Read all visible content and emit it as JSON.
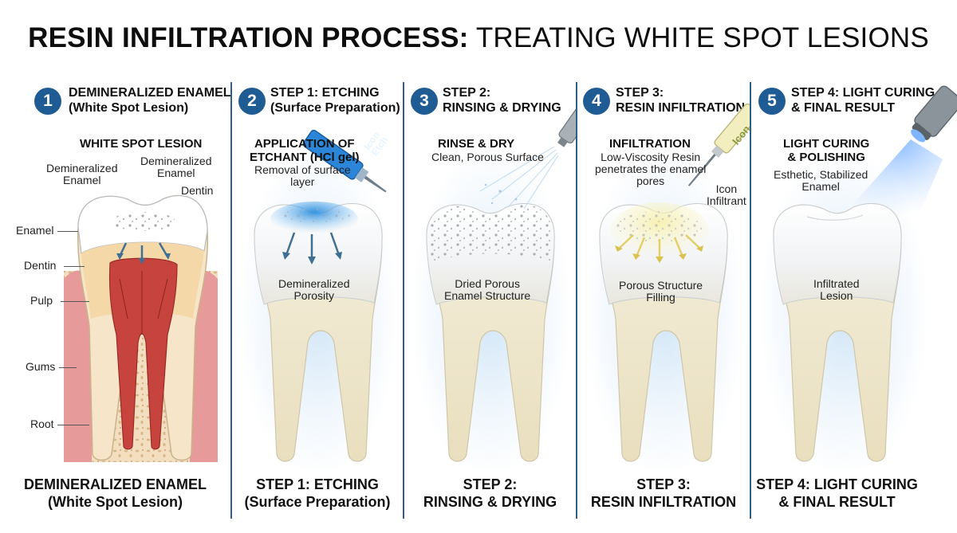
{
  "title": {
    "bold": "RESIN INFILTRATION PROCESS:",
    "light": " TREATING WHITE SPOT LESIONS"
  },
  "panels": [
    {
      "number": "1",
      "header": [
        "DEMINERALIZED ENAMEL",
        "(White Spot Lesion)"
      ],
      "subtitle": "WHITE SPOT LESION",
      "labels": {
        "demin_left": [
          "Demineralized",
          "Enamel"
        ],
        "demin_right": [
          "Demineralized",
          "Enamel"
        ],
        "dentin_right": "Dentin",
        "enamel": "Enamel",
        "dentin": "Dentin",
        "pulp": "Pulp",
        "gums": "Gums",
        "root": "Root"
      },
      "footer": [
        "DEMINERALIZED ENAMEL",
        "(White Spot Lesion)"
      ]
    },
    {
      "number": "2",
      "header": [
        "STEP 1: ETCHING",
        "(Surface Preparation)"
      ],
      "callout_title": [
        "APPLICATION OF",
        "ETCHANT (HCl gel)"
      ],
      "callout_text": [
        "Removal of surface",
        "layer"
      ],
      "syringe_text": [
        "Icon",
        "Etch"
      ],
      "inner_label": [
        "Demineralized",
        "Porosity"
      ],
      "footer": [
        "STEP 1: ETCHING",
        "(Surface Preparation)"
      ]
    },
    {
      "number": "3",
      "header": [
        "STEP 2:",
        "RINSING & DRYING"
      ],
      "callout_title": [
        "RINSE & DRY"
      ],
      "callout_text": [
        "Clean, Porous Surface"
      ],
      "inner_label": [
        "Dried Porous",
        "Enamel Structure"
      ],
      "footer": [
        "STEP 2:",
        "RINSING & DRYING"
      ]
    },
    {
      "number": "4",
      "header": [
        "STEP 3:",
        "RESIN INFILTRATION"
      ],
      "callout_title": [
        "INFILTRATION"
      ],
      "callout_text": [
        "Low-Viscosity Resin",
        "penetrates the enamel",
        "pores"
      ],
      "syringe_text": [
        "Icon"
      ],
      "side_label": [
        "Icon",
        "Infiltrant"
      ],
      "inner_label": [
        "Porous Structure",
        "Filling"
      ],
      "footer": [
        "STEP 3:",
        "RESIN INFILTRATION"
      ]
    },
    {
      "number": "5",
      "header": [
        "STEP 4: LIGHT CURING",
        "& FINAL RESULT"
      ],
      "callout_title": [
        "LIGHT CURING",
        "& POLISHING"
      ],
      "callout_text": [
        "Esthetic, Stabilized",
        "Enamel"
      ],
      "inner_label": [
        "Infiltrated",
        "Lesion"
      ],
      "footer": [
        "STEP 4: LIGHT CURING",
        "& FINAL RESULT"
      ]
    }
  ]
}
